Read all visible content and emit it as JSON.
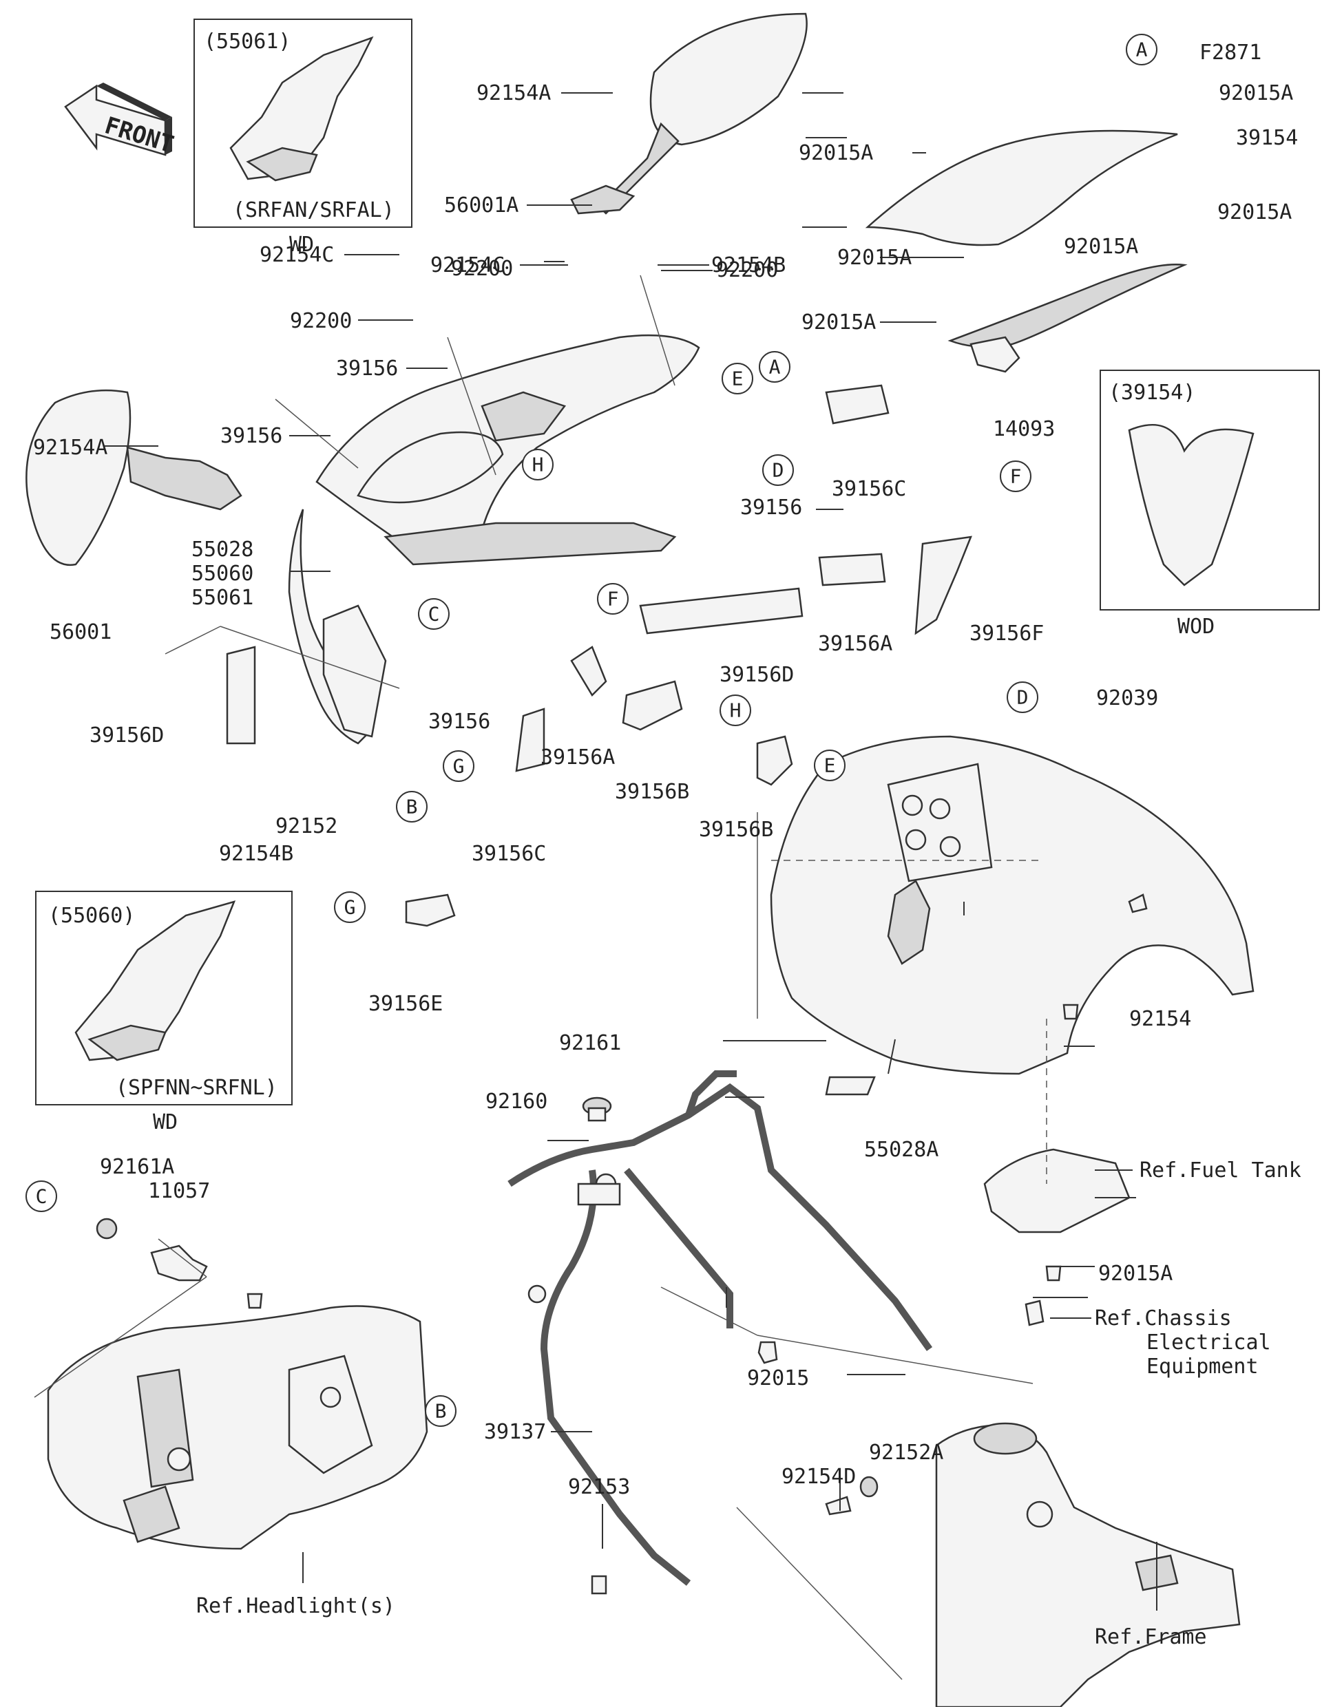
{
  "figure_code": "F2871",
  "front_arrow": "FRONT",
  "insets": [
    {
      "code": "(55061)",
      "variant": "(SRFAN/SRFAL)",
      "tag": "WD"
    },
    {
      "code": "(55060)",
      "variant": "(SPFNN~SRFNL)",
      "tag": "WD"
    },
    {
      "code": "(39154)",
      "tag": "WOD"
    }
  ],
  "parts": {
    "p92154A_top": "92154A",
    "p56001A": "56001A",
    "p92154C_a": "92154C",
    "p92154C_b": "92154C",
    "p92200_a": "92200",
    "p92200_b": "92200",
    "p92200_c": "92200",
    "p92154B_top": "92154B",
    "p39156_a": "39156",
    "p39156_b": "39156",
    "p39156_c": "39156",
    "p39156_d": "39156",
    "p92154A_left": "92154A",
    "p55028": "55028",
    "p55060": "55060",
    "p55061": "55061",
    "p56001": "56001",
    "p39156D_left": "39156D",
    "p92152": "92152",
    "p92154B_low": "92154B",
    "p39156C_low": "39156C",
    "p39156A_mid": "39156A",
    "p39156B_mid": "39156B",
    "p39156D_mid": "39156D",
    "p39156A_right": "39156A",
    "p39156C_right": "39156C",
    "p39156F": "39156F",
    "p39156B_h": "39156B",
    "p39156E": "39156E",
    "p92015A_1": "92015A",
    "p39154": "39154",
    "p92015A_2": "92015A",
    "p92015A_3": "92015A",
    "p92015A_4": "92015A",
    "p92015A_5": "92015A",
    "p92015A_6": "92015A",
    "p14093": "14093",
    "p92039": "92039",
    "p92154": "92154",
    "p55028A": "55028A",
    "p92161": "92161",
    "p92160": "92160",
    "p92161A": "92161A",
    "p11057": "11057",
    "p92015": "92015",
    "p39137": "39137",
    "p92152A": "92152A",
    "p92154D": "92154D",
    "p92153": "92153",
    "p92015A_7": "92015A",
    "ref_fuel_tank": "Ref.Fuel Tank",
    "ref_chassis_1": "Ref.Chassis",
    "ref_chassis_2": "Electrical",
    "ref_chassis_3": "Equipment",
    "ref_headlight": "Ref.Headlight(s)",
    "ref_frame": "Ref.Frame"
  },
  "callouts": [
    "A",
    "B",
    "C",
    "D",
    "E",
    "F",
    "G",
    "H"
  ]
}
